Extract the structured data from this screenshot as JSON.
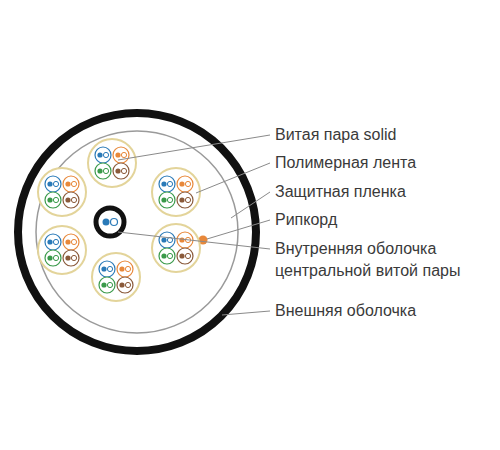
{
  "diagram": {
    "labels": [
      "Витая пара solid",
      "Полимерная лента",
      "Защитная пленка",
      "Рипкорд",
      "Внутренняя оболочка центральной витой пары",
      "Внешняя оболочка"
    ]
  }
}
